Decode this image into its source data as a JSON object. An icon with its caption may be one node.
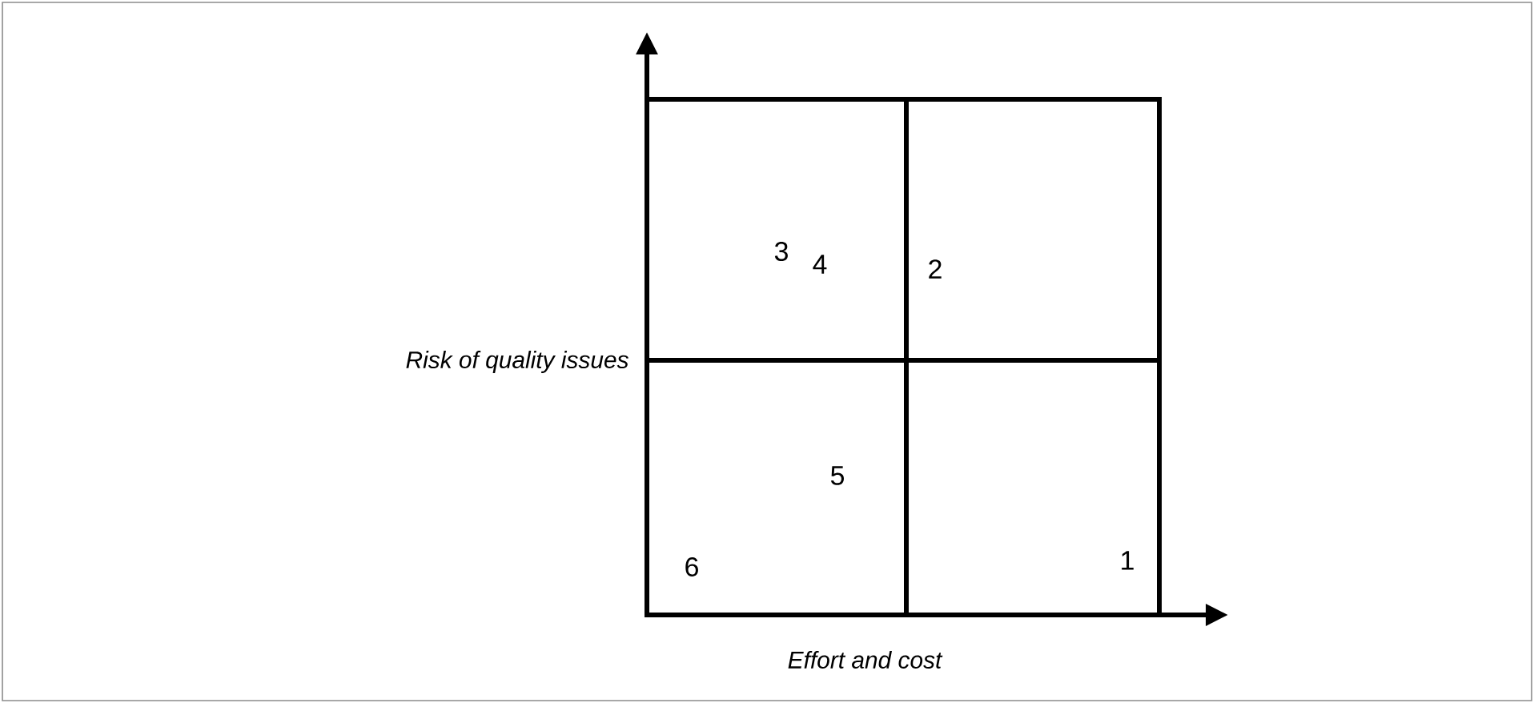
{
  "diagram": {
    "labels": [
      "3",
      "4",
      "2",
      "Risk of quality issues",
      "5",
      "6",
      "1",
      "Effort and cost"
    ]
  }
}
